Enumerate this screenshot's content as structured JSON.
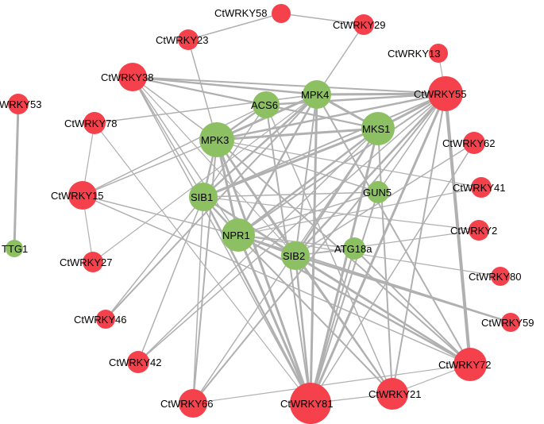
{
  "colors": {
    "wrky_node": "#f5414b",
    "green_node": "#8cc063",
    "edge": "#b0b0b0",
    "label": "#000000"
  },
  "nodes": [
    {
      "id": "CtWRKY58",
      "label": "CtWRKY58",
      "group": "wrky"
    },
    {
      "id": "CtWRKY29",
      "label": "CtWRKY29",
      "group": "wrky"
    },
    {
      "id": "CtWRKY23",
      "label": "CtWRKY23",
      "group": "wrky"
    },
    {
      "id": "CtWRKY13",
      "label": "CtWRKY13",
      "group": "wrky"
    },
    {
      "id": "CtWRKY38",
      "label": "CtWRKY38",
      "group": "wrky"
    },
    {
      "id": "CtWRKY55",
      "label": "CtWRKY55",
      "group": "wrky"
    },
    {
      "id": "CtWRKY53",
      "label": "WRKY53",
      "group": "wrky"
    },
    {
      "id": "CtWRKY78",
      "label": "CtWRKY78",
      "group": "wrky"
    },
    {
      "id": "CtWRKY62",
      "label": "CtWRKY62",
      "group": "wrky"
    },
    {
      "id": "CtWRKY41",
      "label": "CtWRKY41",
      "group": "wrky"
    },
    {
      "id": "CtWRKY15",
      "label": "CtWRKY15",
      "group": "wrky"
    },
    {
      "id": "CtWRKY2",
      "label": "CtWRKY2",
      "group": "wrky"
    },
    {
      "id": "CtWRKY27",
      "label": "CtWRKY27",
      "group": "wrky"
    },
    {
      "id": "CtWRKY80",
      "label": "CtWRKY80",
      "group": "wrky"
    },
    {
      "id": "CtWRKY46",
      "label": "CtWRKY46",
      "group": "wrky"
    },
    {
      "id": "CtWRKY59",
      "label": "CtWRKY59",
      "group": "wrky"
    },
    {
      "id": "CtWRKY42",
      "label": "CtWRKY42",
      "group": "wrky"
    },
    {
      "id": "CtWRKY72",
      "label": "CtWRKY72",
      "group": "wrky"
    },
    {
      "id": "CtWRKY66",
      "label": "CtWRKY66",
      "group": "wrky"
    },
    {
      "id": "CtWRKY81",
      "label": "CtWRKY81",
      "group": "wrky"
    },
    {
      "id": "CtWRKY21",
      "label": "CtWRKY21",
      "group": "wrky"
    },
    {
      "id": "TTG1",
      "label": "TTG1",
      "group": "green"
    },
    {
      "id": "MPK4",
      "label": "MPK4",
      "group": "green"
    },
    {
      "id": "ACS6",
      "label": "ACS6",
      "group": "green"
    },
    {
      "id": "MPK3",
      "label": "MPK3",
      "group": "green"
    },
    {
      "id": "MKS1",
      "label": "MKS1",
      "group": "green"
    },
    {
      "id": "SIB1",
      "label": "SIB1",
      "group": "green"
    },
    {
      "id": "GUN5",
      "label": "GUN5",
      "group": "green"
    },
    {
      "id": "NPR1",
      "label": "NPR1",
      "group": "green"
    },
    {
      "id": "SIB2",
      "label": "SIB2",
      "group": "green"
    },
    {
      "id": "ATG18a",
      "label": "ATG18a",
      "group": "green"
    }
  ],
  "edges": [
    [
      "CtWRKY53",
      "TTG1",
      3
    ],
    [
      "CtWRKY58",
      "CtWRKY23",
      1.5
    ],
    [
      "CtWRKY29",
      "CtWRKY58",
      1.5
    ],
    [
      "CtWRKY29",
      "MPK4",
      1.5
    ],
    [
      "CtWRKY23",
      "MPK3",
      1.5
    ],
    [
      "CtWRKY13",
      "CtWRKY55",
      1.2
    ],
    [
      "CtWRKY38",
      "MPK4",
      2.5
    ],
    [
      "CtWRKY38",
      "ACS6",
      2
    ],
    [
      "CtWRKY38",
      "CtWRKY55",
      2
    ],
    [
      "CtWRKY38",
      "MKS1",
      2
    ],
    [
      "CtWRKY38",
      "MPK3",
      1.5
    ],
    [
      "CtWRKY38",
      "SIB1",
      1.5
    ],
    [
      "CtWRKY38",
      "NPR1",
      1.5
    ],
    [
      "CtWRKY38",
      "SIB2",
      1.2
    ],
    [
      "CtWRKY38",
      "CtWRKY81",
      1.5
    ],
    [
      "CtWRKY55",
      "MPK4",
      3
    ],
    [
      "CtWRKY55",
      "MKS1",
      3
    ],
    [
      "CtWRKY55",
      "ACS6",
      2.5
    ],
    [
      "CtWRKY55",
      "MPK3",
      2.5
    ],
    [
      "CtWRKY55",
      "SIB1",
      2
    ],
    [
      "CtWRKY55",
      "NPR1",
      2
    ],
    [
      "CtWRKY55",
      "SIB2",
      2.5
    ],
    [
      "CtWRKY55",
      "CtWRKY81",
      3
    ],
    [
      "CtWRKY55",
      "CtWRKY72",
      4
    ],
    [
      "CtWRKY55",
      "CtWRKY66",
      2
    ],
    [
      "CtWRKY55",
      "CtWRKY21",
      2
    ],
    [
      "CtWRKY55",
      "CtWRKY42",
      1.5
    ],
    [
      "CtWRKY55",
      "GUN5",
      1.5
    ],
    [
      "CtWRKY78",
      "MPK4",
      1.5
    ],
    [
      "CtWRKY78",
      "CtWRKY15",
      1.2
    ],
    [
      "CtWRKY78",
      "CtWRKY81",
      1.2
    ],
    [
      "CtWRKY62",
      "CtWRKY81",
      1.5
    ],
    [
      "CtWRKY62",
      "SIB2",
      1.5
    ],
    [
      "CtWRKY41",
      "MPK3",
      1.2
    ],
    [
      "CtWRKY41",
      "NPR1",
      1.2
    ],
    [
      "CtWRKY15",
      "MPK3",
      1.5
    ],
    [
      "CtWRKY15",
      "ACS6",
      1.5
    ],
    [
      "CtWRKY15",
      "CtWRKY27",
      1.2
    ],
    [
      "CtWRKY15",
      "CtWRKY72",
      1.5
    ],
    [
      "CtWRKY15",
      "NPR1",
      1.5
    ],
    [
      "CtWRKY2",
      "SIB1",
      1.2
    ],
    [
      "CtWRKY2",
      "SIB2",
      1.2
    ],
    [
      "CtWRKY80",
      "NPR1",
      1.2
    ],
    [
      "CtWRKY46",
      "MPK4",
      2
    ],
    [
      "CtWRKY46",
      "SIB1",
      1.5
    ],
    [
      "CtWRKY59",
      "SIB2",
      2.5
    ],
    [
      "CtWRKY59",
      "NPR1",
      2
    ],
    [
      "CtWRKY42",
      "MKS1",
      1.5
    ],
    [
      "CtWRKY42",
      "SIB1",
      1.5
    ],
    [
      "CtWRKY72",
      "NPR1",
      2.5
    ],
    [
      "CtWRKY72",
      "SIB2",
      2.5
    ],
    [
      "CtWRKY72",
      "MPK3",
      2
    ],
    [
      "CtWRKY72",
      "MPK4",
      2
    ],
    [
      "CtWRKY72",
      "SIB1",
      2
    ],
    [
      "CtWRKY72",
      "ATG18a",
      2
    ],
    [
      "CtWRKY72",
      "CtWRKY21",
      1.2
    ],
    [
      "CtWRKY66",
      "MPK3",
      2
    ],
    [
      "CtWRKY66",
      "MKS1",
      1.5
    ],
    [
      "CtWRKY66",
      "SIB1",
      1.5
    ],
    [
      "CtWRKY66",
      "CtWRKY72",
      1.2
    ],
    [
      "CtWRKY81",
      "MPK4",
      3
    ],
    [
      "CtWRKY81",
      "MPK3",
      3
    ],
    [
      "CtWRKY81",
      "MKS1",
      3
    ],
    [
      "CtWRKY81",
      "NPR1",
      3
    ],
    [
      "CtWRKY81",
      "SIB1",
      2.5
    ],
    [
      "CtWRKY81",
      "SIB2",
      2.5
    ],
    [
      "CtWRKY81",
      "ACS6",
      2
    ],
    [
      "CtWRKY81",
      "GUN5",
      2
    ],
    [
      "CtWRKY81",
      "ATG18a",
      2
    ],
    [
      "CtWRKY81",
      "CtWRKY21",
      1.2
    ],
    [
      "CtWRKY21",
      "MPK3",
      2
    ],
    [
      "CtWRKY21",
      "MKS1",
      2
    ],
    [
      "CtWRKY21",
      "SIB2",
      2
    ],
    [
      "CtWRKY21",
      "NPR1",
      2
    ],
    [
      "CtWRKY21",
      "ACS6",
      1.5
    ],
    [
      "CtWRKY27",
      "MPK4",
      1.2
    ],
    [
      "MPK3",
      "MPK4",
      3
    ],
    [
      "MPK3",
      "ACS6",
      2.5
    ],
    [
      "MPK3",
      "MKS1",
      3
    ],
    [
      "MPK3",
      "SIB1",
      2.5
    ],
    [
      "MPK3",
      "NPR1",
      3
    ],
    [
      "MPK3",
      "SIB2",
      2.5
    ],
    [
      "MPK4",
      "MKS1",
      3
    ],
    [
      "MPK4",
      "SIB1",
      2.5
    ],
    [
      "MPK4",
      "NPR1",
      2.5
    ],
    [
      "MPK4",
      "SIB2",
      2
    ],
    [
      "ACS6",
      "MKS1",
      2
    ],
    [
      "ACS6",
      "SIB1",
      1.5
    ],
    [
      "MKS1",
      "SIB1",
      3
    ],
    [
      "MKS1",
      "NPR1",
      2.5
    ],
    [
      "MKS1",
      "SIB2",
      2.5
    ],
    [
      "SIB1",
      "NPR1",
      2.5
    ],
    [
      "SIB1",
      "SIB2",
      2.5
    ],
    [
      "NPR1",
      "SIB2",
      2.5
    ],
    [
      "NPR1",
      "ATG18a",
      1.5
    ],
    [
      "SIB2",
      "ATG18a",
      1.5
    ],
    [
      "GUN5",
      "MPK3",
      1.5
    ],
    [
      "GUN5",
      "SIB1",
      1.5
    ],
    [
      "GUN5",
      "NPR1",
      1.5
    ]
  ]
}
